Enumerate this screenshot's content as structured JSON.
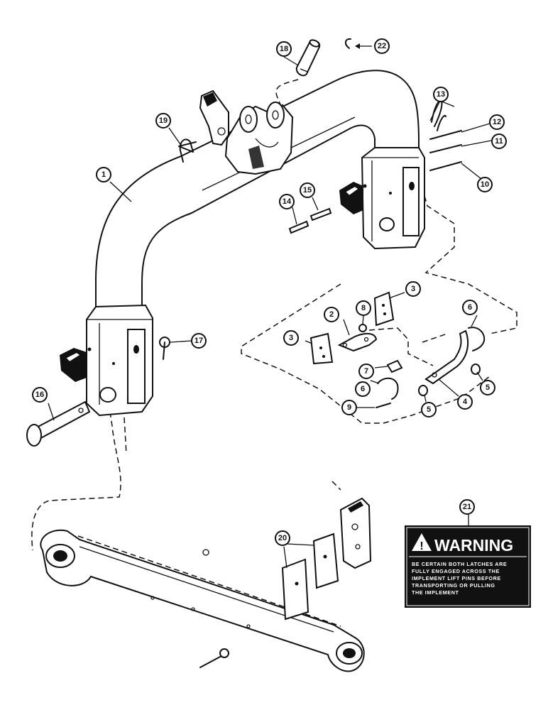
{
  "callouts": [
    {
      "id": "1",
      "label": "1"
    },
    {
      "id": "2",
      "label": "2"
    },
    {
      "id": "3a",
      "label": "3"
    },
    {
      "id": "3b",
      "label": "3"
    },
    {
      "id": "4",
      "label": "4"
    },
    {
      "id": "5a",
      "label": "5"
    },
    {
      "id": "5b",
      "label": "5"
    },
    {
      "id": "6a",
      "label": "6"
    },
    {
      "id": "6b",
      "label": "6"
    },
    {
      "id": "7",
      "label": "7"
    },
    {
      "id": "8",
      "label": "8"
    },
    {
      "id": "9",
      "label": "9"
    },
    {
      "id": "10",
      "label": "10"
    },
    {
      "id": "11",
      "label": "11"
    },
    {
      "id": "12",
      "label": "12"
    },
    {
      "id": "13",
      "label": "13"
    },
    {
      "id": "14",
      "label": "14"
    },
    {
      "id": "15",
      "label": "15"
    },
    {
      "id": "16",
      "label": "16"
    },
    {
      "id": "17",
      "label": "17"
    },
    {
      "id": "18",
      "label": "18"
    },
    {
      "id": "19",
      "label": "19"
    },
    {
      "id": "20",
      "label": "20"
    },
    {
      "id": "21",
      "label": "21"
    },
    {
      "id": "22",
      "label": "22"
    }
  ],
  "warning_decal": {
    "title": "WARNING",
    "lines": [
      "BE CERTAIN BOTH LATCHES ARE",
      "FULLY ENGAGED ACROSS THE",
      "IMPLEMENT LIFT PINS BEFORE",
      "TRANSPORTING OR PULLING",
      "THE IMPLEMENT"
    ]
  }
}
